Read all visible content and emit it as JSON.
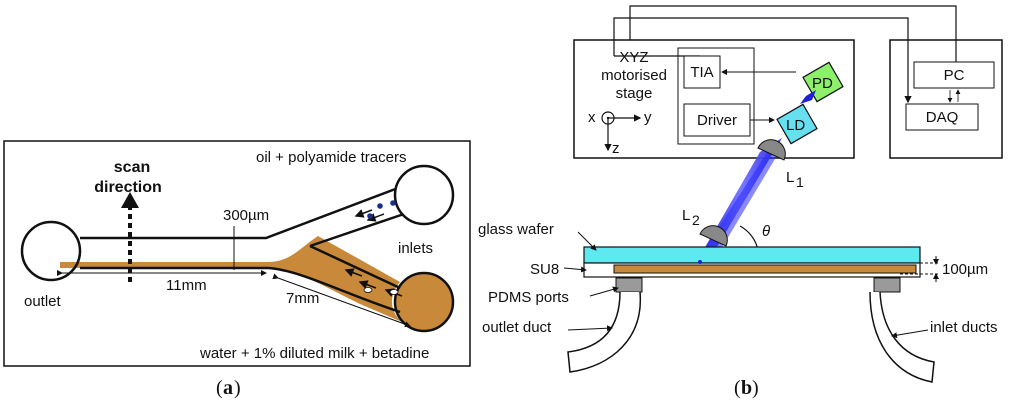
{
  "panel_a": {
    "caption": "a",
    "scan_line1": "scan",
    "scan_line2": "direction",
    "oil_label": "oil + polyamide tracers",
    "width_label": "300µm",
    "inlets_label": "inlets",
    "outlet_label": "outlet",
    "length_11": "11mm",
    "length_7": "7mm",
    "water_label": "water + 1% diluted milk + betadine"
  },
  "panel_b": {
    "caption": "b",
    "stage_line1": "XYZ",
    "stage_line2": "motorised",
    "stage_line3": "stage",
    "axis_x": "x",
    "axis_y": "y",
    "axis_z": "z",
    "tia": "TIA",
    "driver": "Driver",
    "pd": "PD",
    "ld": "LD",
    "pc": "PC",
    "daq": "DAQ",
    "l1_main": "L",
    "l1_sub": "1",
    "l2_main": "L",
    "l2_sub": "2",
    "theta": "θ",
    "glass_wafer": "glass wafer",
    "su8": "SU8",
    "pdms_ports": "PDMS ports",
    "outlet_duct": "outlet duct",
    "inlet_ducts": "inlet ducts",
    "thickness": "100µm"
  },
  "colors": {
    "water": "#c8893a",
    "glass": "#5ee8f0",
    "pd_box": "#8ef06a",
    "ld_box": "#66e0f0",
    "beam": "#1f1fd6",
    "port": "#9a9a9a",
    "tracer": "#1b2f8a"
  },
  "icons": [
    "photodiode-icon",
    "laser-diode-icon",
    "lens-icon",
    "coordinate-axes-icon"
  ]
}
